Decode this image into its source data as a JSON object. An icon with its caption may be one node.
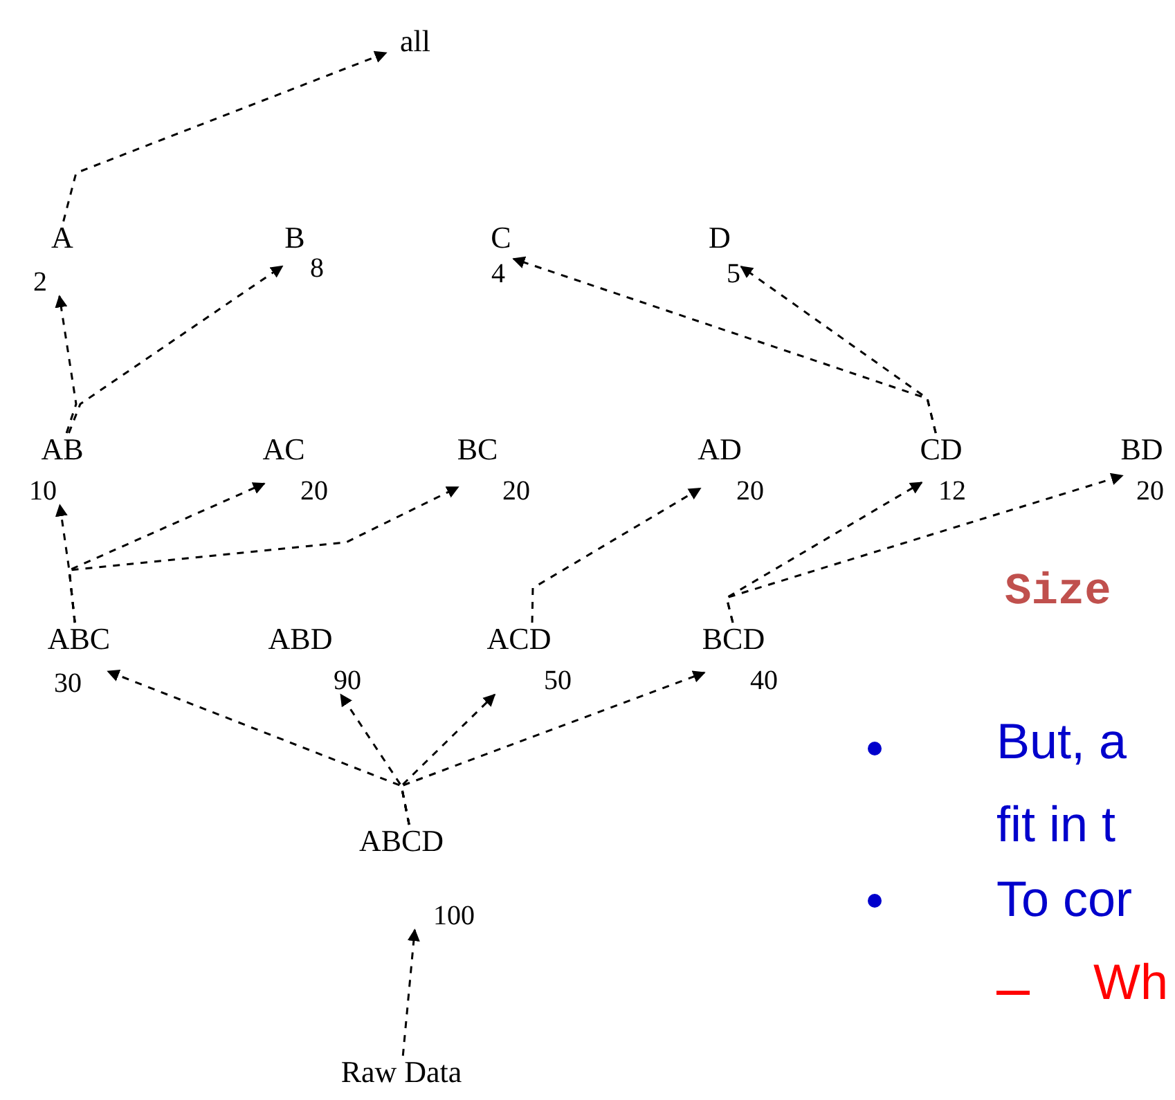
{
  "diagram": {
    "nodes": [
      {
        "text": [
          "all"
        ]
      },
      {
        "text": [
          "A",
          "2"
        ]
      },
      {
        "text": [
          "B",
          "8"
        ]
      },
      {
        "text": [
          "C",
          "4"
        ]
      },
      {
        "text": [
          "D",
          "5"
        ]
      },
      {
        "text": [
          "AB",
          "10"
        ]
      },
      {
        "text": [
          "AC",
          "20"
        ]
      },
      {
        "text": [
          "BC",
          "20"
        ]
      },
      {
        "text": [
          "AD",
          "20"
        ]
      },
      {
        "text": [
          "CD",
          "12"
        ]
      },
      {
        "text": [
          "BD",
          "20"
        ]
      },
      {
        "text": [
          "ABC",
          "30"
        ]
      },
      {
        "text": [
          "ABD",
          "90"
        ]
      },
      {
        "text": [
          "ACD",
          "50"
        ]
      },
      {
        "text": [
          "BCD",
          "40"
        ]
      },
      {
        "text": [
          "ABCD",
          "100"
        ]
      },
      {
        "text": [
          "Raw Data"
        ]
      }
    ],
    "edges": [
      {
        "from": 16,
        "to": 15,
        "arrow": "to",
        "style": "dashed"
      },
      {
        "from": 15,
        "to": 11,
        "arrow": "to",
        "style": "dashed"
      },
      {
        "from": 15,
        "to": 12,
        "arrow": "to",
        "style": "dashed"
      },
      {
        "from": 15,
        "to": 13,
        "arrow": "to",
        "style": "dashed"
      },
      {
        "from": 15,
        "to": 14,
        "arrow": "to",
        "style": "dashed"
      },
      {
        "from": 11,
        "to": 5,
        "arrow": "to",
        "style": "dashed"
      },
      {
        "from": 11,
        "to": 6,
        "arrow": "to",
        "style": "dashed"
      },
      {
        "from": 11,
        "to": 7,
        "arrow": "to",
        "style": "dashed"
      },
      {
        "from": 13,
        "to": 8,
        "arrow": "to",
        "style": "dashed"
      },
      {
        "from": 14,
        "to": 9,
        "arrow": "to",
        "style": "dashed"
      },
      {
        "from": 14,
        "to": 10,
        "arrow": "to",
        "style": "dashed"
      },
      {
        "from": 5,
        "to": 1,
        "arrow": "to",
        "style": "dashed"
      },
      {
        "from": 5,
        "to": 2,
        "arrow": "to",
        "style": "dashed"
      },
      {
        "from": 9,
        "to": 3,
        "arrow": "to",
        "style": "dashed"
      },
      {
        "from": 9,
        "to": 4,
        "arrow": "to",
        "style": "dashed"
      },
      {
        "from": 1,
        "to": 0,
        "arrow": "to",
        "style": "dashed"
      }
    ],
    "labels": [
      "Size",
      "But, a",
      "fit in t",
      "To cor",
      "Wh"
    ]
  }
}
